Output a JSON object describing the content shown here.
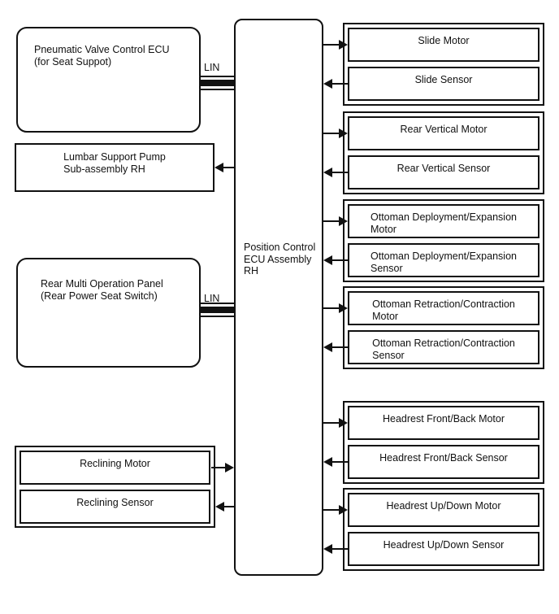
{
  "diagram_title": "Position Control ECU Assembly RH wiring diagram",
  "colors": {
    "line": "#111111",
    "background": "#ffffff"
  },
  "nodes": {
    "pneumatic_valve_ecu": "Pneumatic Valve Control ECU\n(for Seat Suppot)",
    "lumbar_pump": "Lumbar Support Pump\nSub-assembly RH",
    "rear_panel": "Rear Multi Operation Panel\n(Rear Power Seat Switch)",
    "position_ecu": "Position Control\nECU Assembly\nRH",
    "reclining": {
      "motor": "Reclining Motor",
      "sensor": "Reclining Sensor"
    }
  },
  "bus": {
    "lin_top": "LIN",
    "lin_bottom": "LIN"
  },
  "right_groups": [
    {
      "motor": "Slide Motor",
      "sensor": "Slide Sensor"
    },
    {
      "motor": "Rear Vertical Motor",
      "sensor": "Rear Vertical Sensor"
    },
    {
      "motor": "Ottoman Deployment/Expansion\nMotor",
      "sensor": "Ottoman Deployment/Expansion\nSensor"
    },
    {
      "motor": "Ottoman Retraction/Contraction\nMotor",
      "sensor": "Ottoman Retraction/Contraction\nSensor"
    },
    {
      "motor": "Headrest Front/Back Motor",
      "sensor": "Headrest Front/Back Sensor"
    },
    {
      "motor": "Headrest Up/Down Motor",
      "sensor": "Headrest Up/Down Sensor"
    }
  ]
}
